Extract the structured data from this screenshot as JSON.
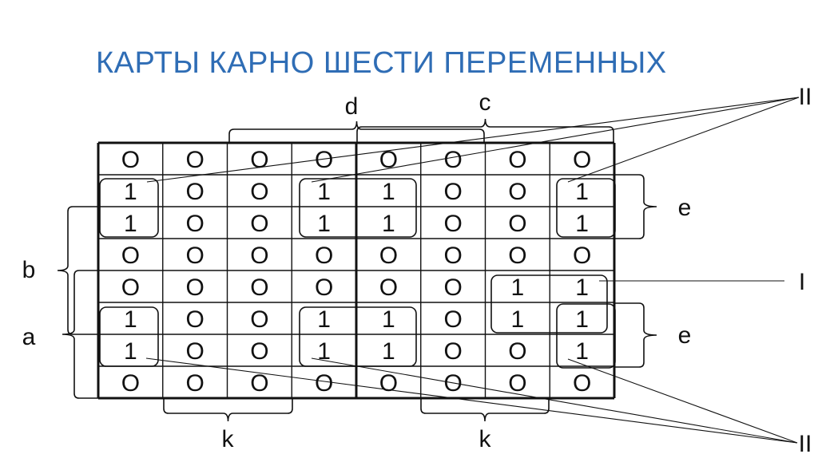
{
  "title": "КАРТЫ КАРНО ШЕСТИ ПЕРЕМЕННЫХ",
  "kmap": {
    "rows": [
      [
        0,
        0,
        0,
        0,
        0,
        0,
        0,
        0
      ],
      [
        1,
        0,
        0,
        1,
        1,
        0,
        0,
        1
      ],
      [
        1,
        0,
        0,
        1,
        1,
        0,
        0,
        1
      ],
      [
        0,
        0,
        0,
        0,
        0,
        0,
        0,
        0
      ],
      [
        0,
        0,
        0,
        0,
        0,
        0,
        1,
        1
      ],
      [
        1,
        0,
        0,
        1,
        1,
        0,
        1,
        1
      ],
      [
        1,
        0,
        0,
        1,
        1,
        0,
        0,
        1
      ],
      [
        0,
        0,
        0,
        0,
        0,
        0,
        0,
        0
      ]
    ]
  },
  "labels": {
    "d": "d",
    "c": "c",
    "k_left": "k",
    "k_right": "k",
    "b": "b",
    "a": "a",
    "e_top": "e",
    "e_bottom": "e",
    "I": "I",
    "II_top": "II",
    "II_bottom": "II"
  },
  "colors": {
    "title": "#2f6db5",
    "lines": "#111111"
  }
}
